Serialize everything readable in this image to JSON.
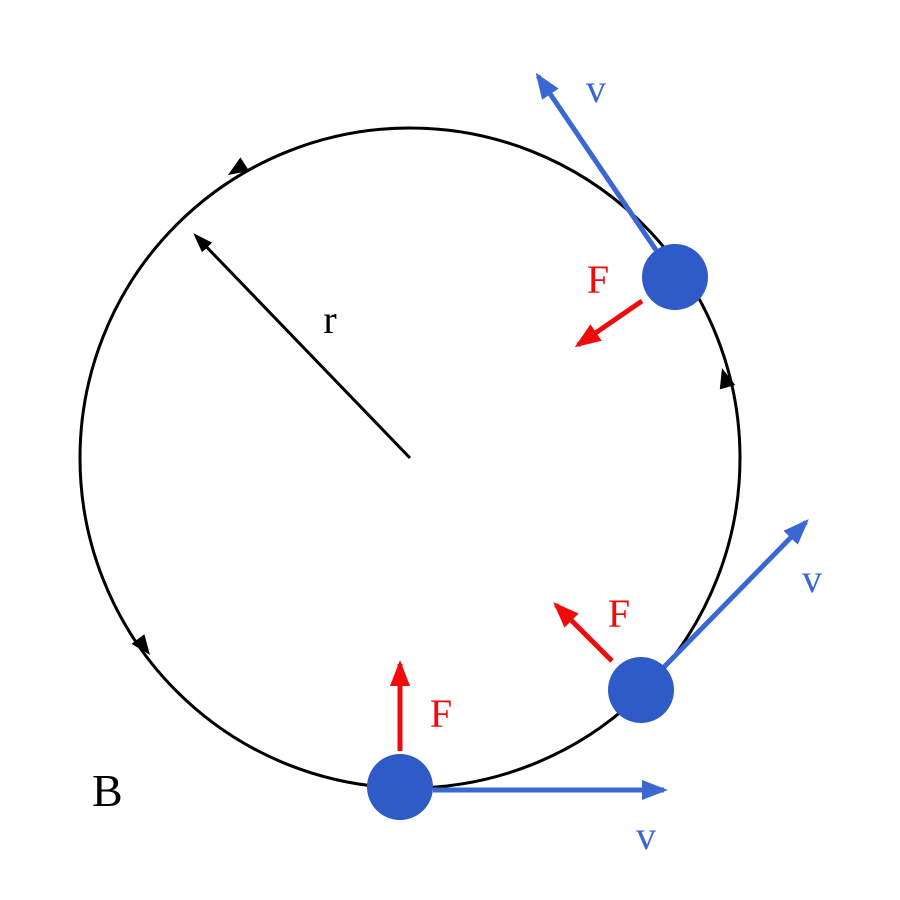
{
  "diagram": {
    "labels": {
      "radius": "r",
      "magnetic_field": "B",
      "force": "F",
      "velocity": "v"
    },
    "colors": {
      "path": "#000000",
      "particle": "#2e5bc8",
      "velocity_vector": "#3a67d1",
      "force_vector": "#f20a0a"
    }
  }
}
